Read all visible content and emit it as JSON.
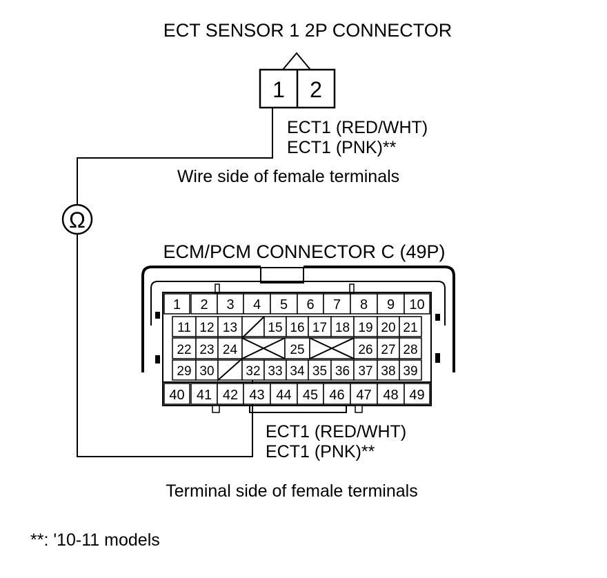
{
  "sensor_connector": {
    "title": "ECT SENSOR 1 2P CONNECTOR",
    "pins": [
      "1",
      "2"
    ],
    "wire_label_1": "ECT1 (RED/WHT)",
    "wire_label_2": "ECT1 (PNK)**",
    "side_note": "Wire side of female terminals"
  },
  "meter": {
    "symbol": "Ω"
  },
  "ecm_connector": {
    "title": "ECM/PCM CONNECTOR C (49P)",
    "rows": [
      [
        "1",
        "2",
        "3",
        "4",
        "5",
        "6",
        "7",
        "8",
        "9",
        "10"
      ],
      [
        "11",
        "12",
        "13",
        "",
        "15",
        "16",
        "17",
        "18",
        "19",
        "20",
        "21"
      ],
      [
        "22",
        "23",
        "24",
        "",
        "25",
        "",
        "26",
        "27",
        "28"
      ],
      [
        "29",
        "30",
        "",
        "32",
        "33",
        "34",
        "35",
        "36",
        "37",
        "38",
        "39"
      ],
      [
        "40",
        "41",
        "42",
        "43",
        "44",
        "45",
        "46",
        "47",
        "48",
        "49"
      ]
    ],
    "wire_label_1": "ECT1 (RED/WHT)",
    "wire_label_2": "ECT1 (PNK)**",
    "side_note": "Terminal side of female terminals"
  },
  "footnote": "**: '10-11 models"
}
